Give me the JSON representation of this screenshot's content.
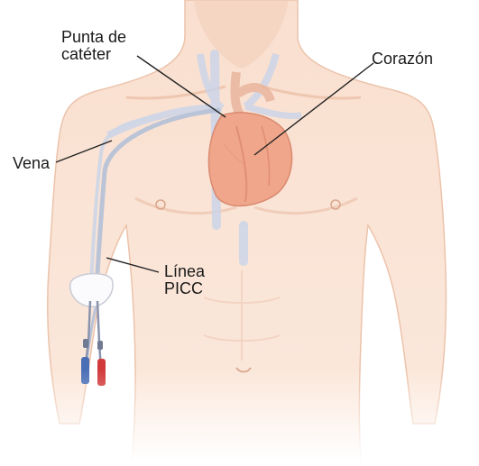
{
  "labels": {
    "catheter_tip_line1": "Punta de",
    "catheter_tip_line2": "catéter",
    "heart": "Corazón",
    "vein": "Vena",
    "picc_line1": "Línea",
    "picc_line2": "PICC"
  },
  "colors": {
    "skin": "#f8dccb",
    "skin_shadow": "#eec2aa",
    "heart": "#f0a68a",
    "vessels": "#c9d4ea",
    "catheter": "#b8c3d8",
    "connector_red": "#d23a3a",
    "connector_blue": "#4a6fb5",
    "leader_line": "#222222"
  }
}
